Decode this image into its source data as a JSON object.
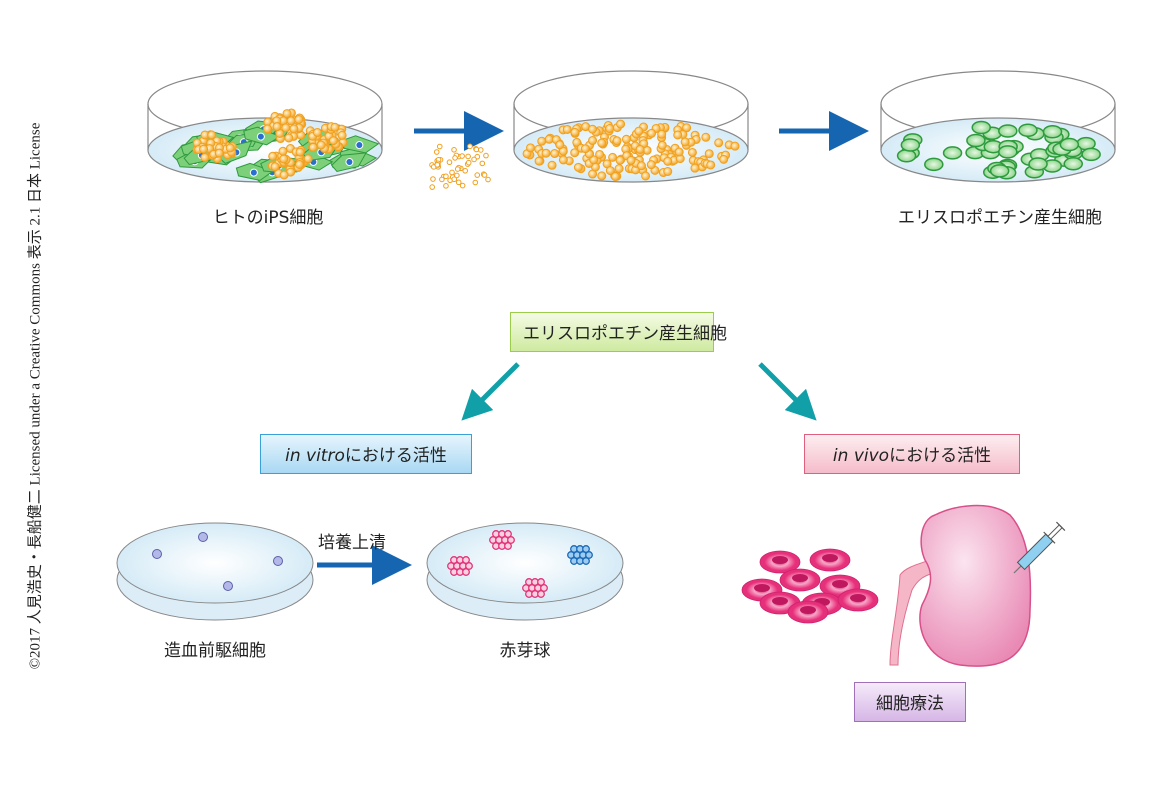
{
  "credit": "©2017 人見浩史・長船健二 Licensed under a Creative Commons 表示 2.1 日本 License",
  "top_row": {
    "dish1_label": "ヒトのiPS細胞",
    "dish3_label": "エリスロポエチン産生細胞"
  },
  "center_box": "エリスロポエチン産生細胞",
  "in_vitro_box": {
    "italic": "in vitro",
    "rest": "における活性"
  },
  "in_vivo_box": {
    "italic": "in vivo",
    "rest": "における活性"
  },
  "bottom_left": {
    "dish_a_label": "造血前駆細胞",
    "arrow_label": "培養上清",
    "dish_b_label": "赤芽球"
  },
  "therapy_box": "細胞療法",
  "colors": {
    "blue_arrow": "#1565b0",
    "teal_arrow": "#11a0a8",
    "ips_orange": "#f5a623",
    "epo_green": "#3aa84a",
    "erythroblast_pink": "#e0347a",
    "erythroblast_blue": "#1a6ab8",
    "kidney_pink": "#ee8ab8"
  }
}
